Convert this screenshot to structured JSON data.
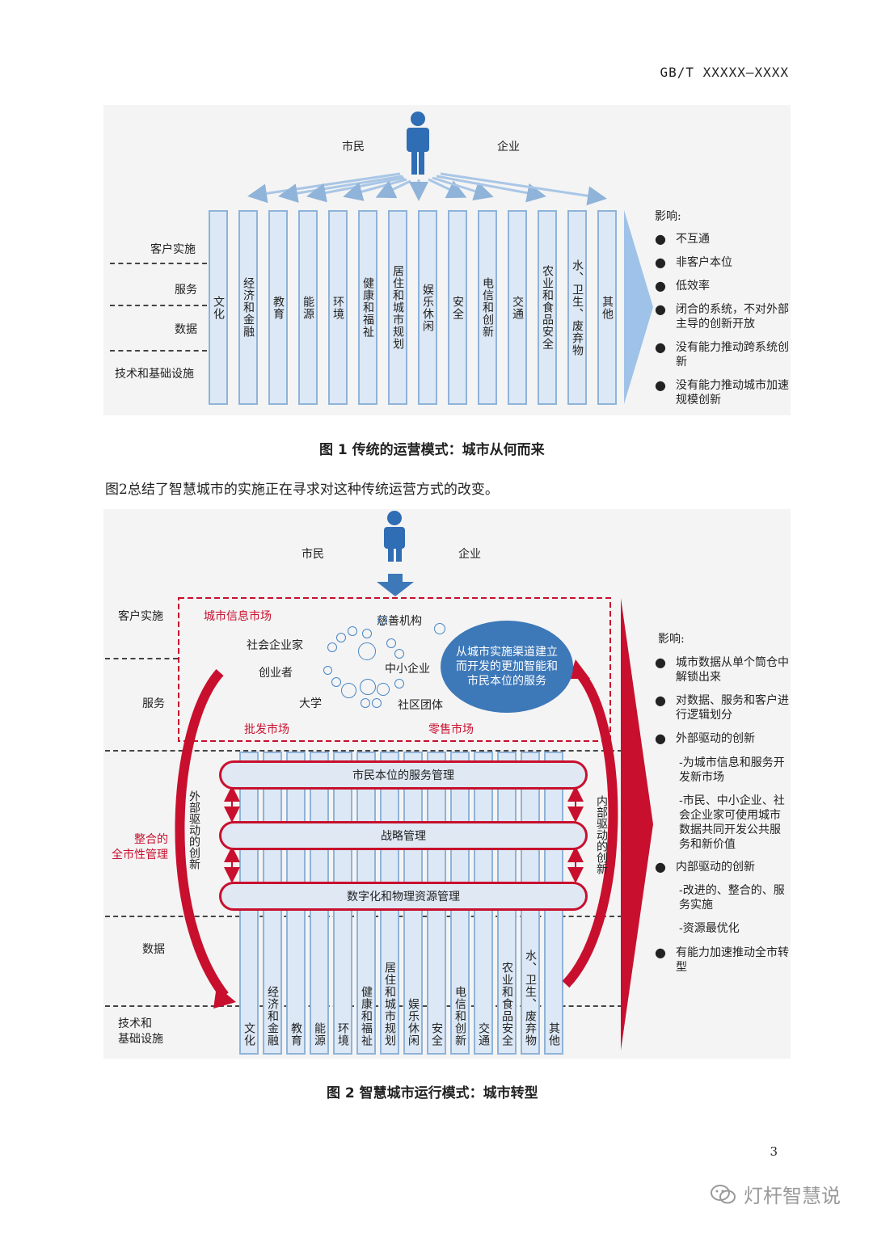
{
  "header": {
    "doc_id": "GB/T XXXXX—XXXX"
  },
  "fig1": {
    "citizen_label": "市民",
    "enterprise_label": "企业",
    "person_icon": "person-icon",
    "row_labels": [
      "客户实施",
      "服务",
      "数据",
      "技术和基础设施"
    ],
    "columns": [
      "文化",
      "经济和金融",
      "教育",
      "能源",
      "环境",
      "健康和福祉",
      "居住和城市规划",
      "娱乐休闲",
      "安全",
      "电信和创新",
      "交通",
      "农业和食品安全",
      "水、卫生、废弃物",
      "其他"
    ],
    "impact_title": "影响:",
    "impacts": [
      "不互通",
      "非客户本位",
      "低效率",
      "闭合的系统，不对外部主导的创新开放",
      "没有能力推动跨系统创新",
      "没有能力推动城市加速规模创新"
    ],
    "caption": "图 1   传统的运营模式：城市从何而来"
  },
  "paragraph": "图2总结了智慧城市的实施正在寻求对这种传统运营方式的改变。",
  "fig2": {
    "citizen_label": "市民",
    "enterprise_label": "企业",
    "row_labels": [
      "客户实施",
      "服务",
      "数据",
      "技术和\n基础设施"
    ],
    "market_title": "城市信息市场",
    "actors": [
      "慈善机构",
      "社会企业家",
      "创业者",
      "中小企业",
      "大学",
      "社区团体"
    ],
    "wholesale": "批发市场",
    "retail": "零售市场",
    "channel_text": "从城市实施渠道建立而开发的更加智能和市民本位的服务",
    "integrated": "整合的\n全市性管理",
    "external": "外部驱动的创新",
    "internal": "内部驱动的创新",
    "bars": [
      "市民本位的服务管理",
      "战略管理",
      "数字化和物理资源管理"
    ],
    "columns": [
      "文化",
      "经济和金融",
      "教育",
      "能源",
      "环境",
      "健康和福祉",
      "居住和城市规划",
      "娱乐休闲",
      "安全",
      "电信和创新",
      "交通",
      "农业和食品安全",
      "水、卫生、废弃物",
      "其他"
    ],
    "impact_title": "影响:",
    "impacts": [
      {
        "text": "城市数据从单个筒仓中解锁出来",
        "sub": false
      },
      {
        "text": "对数据、服务和客户进行逻辑划分",
        "sub": false
      },
      {
        "text": "外部驱动的创新",
        "sub": false
      },
      {
        "text": "-为城市信息和服务开发新市场",
        "sub": true
      },
      {
        "text": "-市民、中小企业、社会企业家可使用城市数据共同开发公共服务和新价值",
        "sub": true
      },
      {
        "text": "内部驱动的创新",
        "sub": false
      },
      {
        "text": "-改进的、整合的、服务实施",
        "sub": true
      },
      {
        "text": "-资源最优化",
        "sub": true
      },
      {
        "text": "有能力加速推动全市转型",
        "sub": false
      }
    ],
    "caption": "图 2   智慧城市运行模式：城市转型"
  },
  "page_number": "3",
  "watermark": "灯杆智慧说",
  "colors": {
    "blue": "#3d78b8",
    "red": "#c8102e",
    "column_fill": "#dce8f5"
  }
}
